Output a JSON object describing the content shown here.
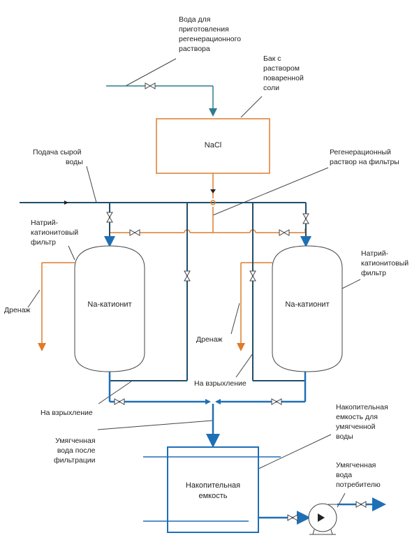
{
  "labels": {
    "water_prep": [
      "Вода для",
      "приготовления",
      "регенерационного",
      "раствора"
    ],
    "salt_tank": [
      "Бак с",
      "раствором",
      "поваренной",
      "соли"
    ],
    "raw_water": [
      "Подача сырой",
      "воды"
    ],
    "regen_solution": [
      "Регенерационный",
      "раствор на фильтры"
    ],
    "filter_left": [
      "Натрий-",
      "катионитовый",
      "фильтр"
    ],
    "filter_right": [
      "Натрий-",
      "катионитовый",
      "фильтр"
    ],
    "drain_left": "Дренаж",
    "drain_right": "Дренаж",
    "backwash_right": "На взрыхление",
    "backwash_left": "На взрыхление",
    "softened_after": [
      "Умягченная",
      "вода после",
      "фильтрации"
    ],
    "storage_label": [
      "Накопительная",
      "емкость для",
      "умягченной",
      "воды"
    ],
    "to_consumer": [
      "Умягченная",
      "вода",
      "потребителю"
    ]
  },
  "boxes": {
    "nacl": "NaCl",
    "filter_left": "Na-катионит",
    "filter_right": "Na-катионит",
    "storage": [
      "Накопительная",
      "емкость"
    ]
  },
  "colors": {
    "raw_line": "#1f4e6b",
    "regen_line": "#e07b2a",
    "soft_line": "#1f6fb5",
    "teal_line": "#2e7d8c",
    "outline": "#444444"
  }
}
